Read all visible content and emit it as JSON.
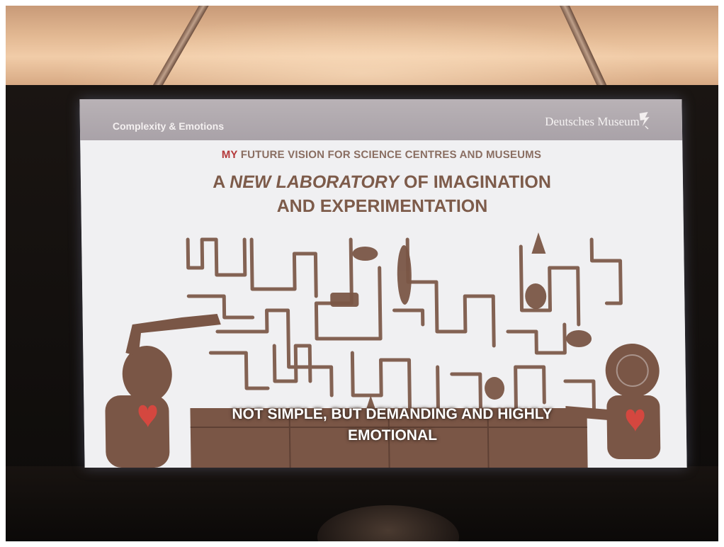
{
  "slide": {
    "header_title": "Complexity & Emotions",
    "brand": "Deutsches Museum",
    "brand_icon": "deutsches-museum-logo",
    "subtitle_my": "MY",
    "subtitle_rest": " FUTURE VISION FOR SCIENCE CENTRES AND MUSEUMS",
    "title_a": "A ",
    "title_em": "NEW LABORATORY",
    "title_rest": " OF IMAGINATION",
    "title_line2": "AND EXPERIMENTATION",
    "caption_line1": "NOT SIMPLE, BUT DEMANDING  AND HIGHLY",
    "caption_line2": "EMOTIONAL"
  },
  "colors": {
    "accent_red": "#b4383a",
    "title_brown": "#7d5b4a",
    "illustration_brown": "#7a5646"
  }
}
